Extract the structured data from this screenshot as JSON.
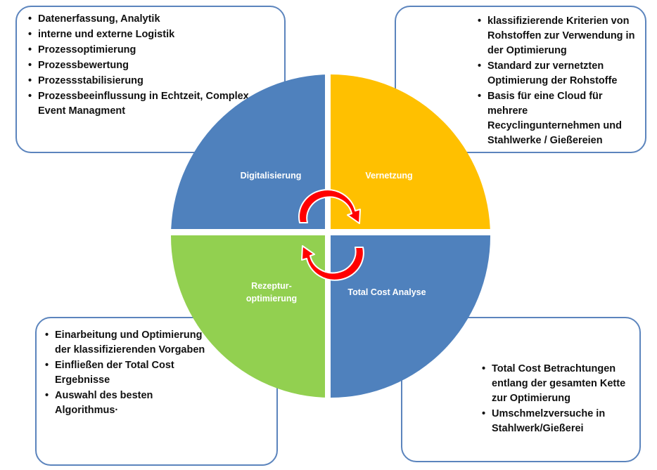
{
  "quadrants": {
    "top_left": {
      "label": "Digitalisierung",
      "color": "#4f81bd"
    },
    "top_right": {
      "label": "Vernetzung",
      "color": "#ffc000"
    },
    "bottom_left": {
      "label_line1": "Rezeptur-",
      "label_line2": "optimierung",
      "color": "#92d050"
    },
    "bottom_right": {
      "label": "Total Cost Analyse",
      "color": "#4f81bd"
    }
  },
  "cycle_arrows": {
    "color": "#ff0000",
    "icon": "circular-arrows-icon"
  },
  "boxes": {
    "top_left": {
      "items": [
        "Datenerfassung, Analytik",
        "interne und externe Logistik",
        "Prozessoptimierung",
        "Prozessbewertung",
        "Prozessstabilisierung",
        "Prozessbeeinflussung in Echtzeit, Complex Event Managment"
      ]
    },
    "top_right": {
      "items": [
        "klassifizierende Kriterien von Rohstoffen zur Verwendung in der Optimierung",
        "Standard zur vernetzten Optimierung der Rohstoffe",
        "Basis für eine Cloud für mehrere Recyclingunternehmen und Stahlwerke / Gießereien"
      ]
    },
    "bottom_left": {
      "items": [
        "Einarbeitung und Optimierung der klassifizierenden Vorgaben",
        "Einfließen der Total Cost Ergebnisse",
        "Auswahl des besten Algorithmus·"
      ]
    },
    "bottom_right": {
      "items": [
        "Total Cost Betrachtungen entlang der gesamten Kette zur Optimierung",
        "Umschmelzversuche in Stahlwerk/Gießerei"
      ]
    },
    "border_color": "#5b84bd"
  }
}
